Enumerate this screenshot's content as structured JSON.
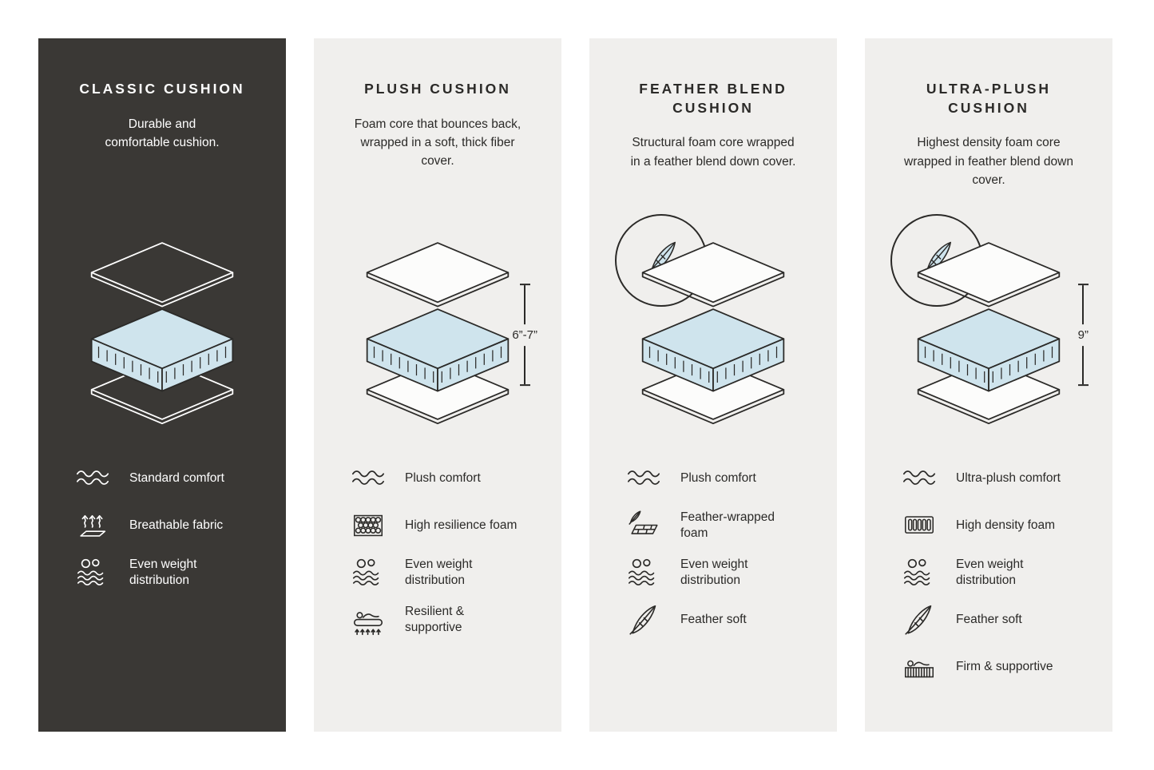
{
  "colors": {
    "dark_card_bg": "#3a3835",
    "light_card_bg": "#f0efed",
    "foam_fill": "#cfe4ed",
    "ink": "#2b2a28",
    "dark_card_text": "#ffffff"
  },
  "cards": [
    {
      "title": "CLASSIC CUSHION",
      "description": "Durable and comfortable cushion.",
      "features": [
        {
          "icon": "wave-icon",
          "label": "Standard comfort"
        },
        {
          "icon": "breathable-icon",
          "label": "Breathable fabric"
        },
        {
          "icon": "weight-icon",
          "label": "Even weight distribution"
        }
      ]
    },
    {
      "title": "PLUSH CUSHION",
      "description": "Foam core that bounces back, wrapped in a soft, thick fiber cover.",
      "height_label": "6”-7”",
      "features": [
        {
          "icon": "wave-icon",
          "label": "Plush comfort"
        },
        {
          "icon": "resilience-foam-icon",
          "label": "High resilience foam"
        },
        {
          "icon": "weight-icon",
          "label": "Even weight distribution"
        },
        {
          "icon": "resilient-supportive-icon",
          "label": "Resilient & supportive"
        }
      ]
    },
    {
      "title": "FEATHER BLEND CUSHION",
      "description": "Structural foam core wrapped in a feather blend down cover.",
      "features": [
        {
          "icon": "wave-icon",
          "label": "Plush comfort"
        },
        {
          "icon": "feather-foam-icon",
          "label": "Feather-wrapped foam"
        },
        {
          "icon": "weight-icon",
          "label": "Even weight distribution"
        },
        {
          "icon": "feather-icon",
          "label": "Feather soft"
        }
      ]
    },
    {
      "title": "ULTRA-PLUSH CUSHION",
      "description": "Highest density foam core wrapped in feather blend down cover.",
      "height_label": "9”",
      "features": [
        {
          "icon": "wave-icon",
          "label": "Ultra-plush comfort"
        },
        {
          "icon": "density-foam-icon",
          "label": "High density foam"
        },
        {
          "icon": "weight-icon",
          "label": "Even weight distribution"
        },
        {
          "icon": "feather-icon",
          "label": "Feather soft"
        },
        {
          "icon": "firm-supportive-icon",
          "label": "Firm & supportive"
        }
      ]
    }
  ]
}
